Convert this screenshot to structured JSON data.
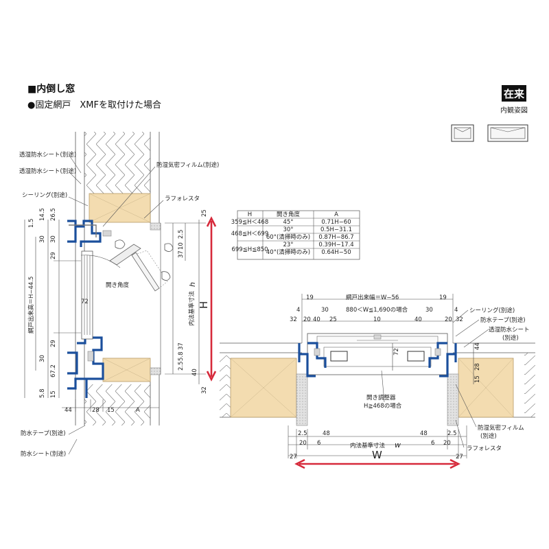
{
  "title": {
    "main": "■内倒し窓",
    "sub": "●固定網戸　XMFを取付けた場合"
  },
  "badge": {
    "label": "在来",
    "caption": "内観姿図"
  },
  "table": {
    "headers": [
      "H",
      "開き角度",
      "A"
    ],
    "rows": [
      {
        "h": "359≦H＜468",
        "angles": [
          "45°"
        ],
        "a": [
          "0.71H−60"
        ]
      },
      {
        "h": "468≦H＜699",
        "angles": [
          "30°",
          "60°(清掃時のみ)"
        ],
        "a": [
          "0.5H−31.1",
          "0.87H−86.7"
        ]
      },
      {
        "h": "699≦H≦850",
        "angles": [
          "23°",
          "40°(清掃時のみ)"
        ],
        "a": [
          "0.39H−17.4",
          "0.64H−50"
        ]
      }
    ]
  },
  "labels": {
    "sheet1": "透湿防水シート(別途)",
    "sheet2": "透湿防水シート(別途)",
    "sealing_left": "シーリング(別途)",
    "vapor_film_left": "防湿気密フィルム(別途)",
    "lath_left": "ラフォレスタ",
    "open_angle": "開き角度",
    "tape_left": "防水テープ(別途)",
    "water_sheet_left": "防水シート(別途)",
    "screen_height": "網戸出来高＝H−44.5",
    "inner_h": "内法基準寸法",
    "inner_h_var": "h",
    "H": "H",
    "screen_width": "網戸出来幅＝W−56",
    "range_note": "880＜W≦1,690の場合",
    "sealing_right": "シーリング(別途)",
    "tape_right": "防水テープ(別途)",
    "sheet_right1": "透湿防水シート",
    "sheet_right2": "(別途)",
    "adjuster1": "開き調整器",
    "adjuster2": "H≧468の場合",
    "vapor_film_right1": "防湿気密フィルム",
    "vapor_film_right2": "(別途)",
    "lath_right": "ラフォレスタ",
    "inner_w": "内法基準寸法",
    "inner_w_var": "w",
    "W": "W"
  },
  "dims_left": {
    "d1_5": "1.5",
    "d14_5": "14.5",
    "d26_5": "26.5",
    "d30a": "30",
    "d30b": "30",
    "d29a": "29",
    "d72": "72",
    "d29b": "29",
    "d30c": "30",
    "d67_2": "67.2",
    "d5_8": "5.8",
    "d15": "15",
    "d25": "25",
    "d2_5a": "2.5",
    "d10": "10",
    "d37a": "37",
    "d37b": "37",
    "d2_5b": "2.5",
    "d5_8b": "5.8",
    "d40": "40",
    "d32": "32",
    "d44": "44",
    "d28": "28",
    "d15b": "15",
    "dA": "A"
  },
  "dims_right": {
    "d19a": "19",
    "d19b": "19",
    "d30a": "30",
    "d30b": "30",
    "d4a": "4",
    "d4b": "4",
    "d32a": "32",
    "d20": "20",
    "d40a": "40",
    "d25": "25",
    "d10": "10",
    "d40b": "40",
    "d20b": "20",
    "d32b": "32",
    "d44": "44",
    "d72": "72",
    "d28": "28",
    "d15": "15",
    "d2_5a": "2.5",
    "d48a": "48",
    "d48b": "48",
    "d2_5b": "2.5",
    "d20c": "20",
    "d6a": "6",
    "d6b": "6",
    "d20d": "20",
    "d27a": "27",
    "d27b": "27"
  }
}
